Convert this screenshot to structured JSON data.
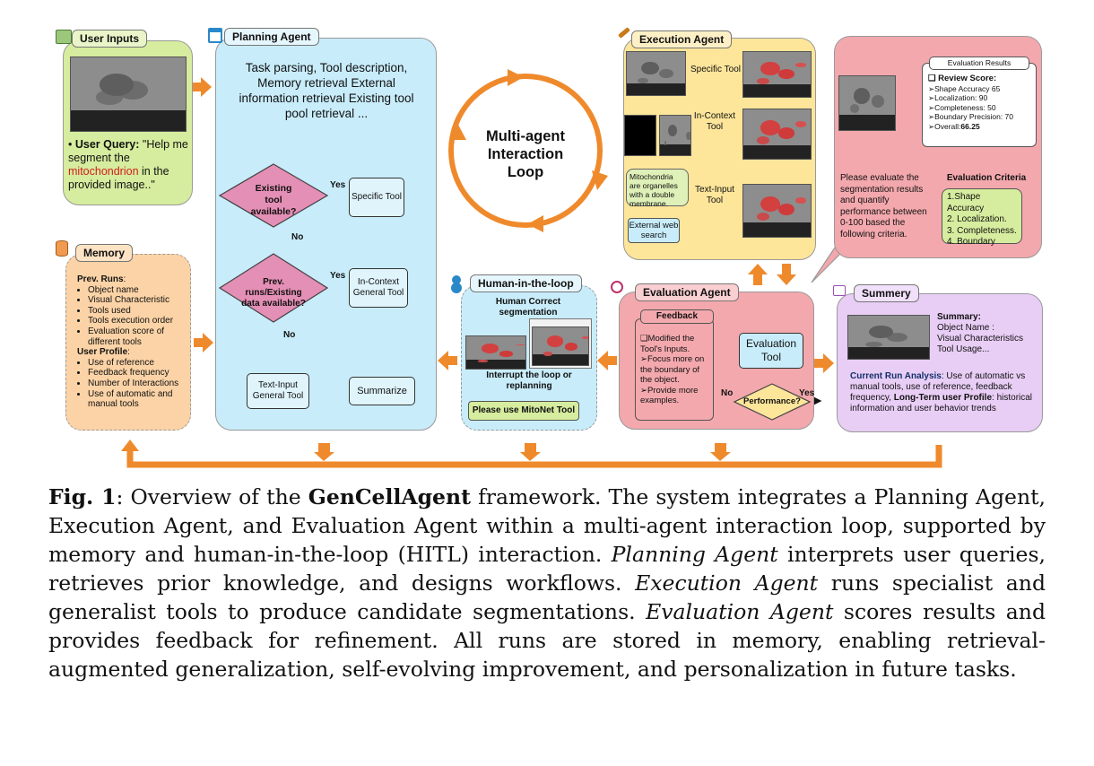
{
  "user_inputs": {
    "title": "User Inputs",
    "query_label": "User Query:",
    "query_pre": "\"Help me segment the ",
    "query_highlight": "mitochondrion",
    "query_post": " in the provided image..\""
  },
  "planning": {
    "title": "Planning Agent",
    "steps_text": "Task parsing, Tool description, Memory retrieval External information retrieval Existing tool pool retrieval ...",
    "diamond1": "Existing tool available?",
    "diamond2": "Prev. runs/Existing data available?",
    "yes1": "Yes",
    "yes2": "Yes",
    "no1": "No",
    "no2": "No",
    "specific_tool": "Specific Tool",
    "incontext_tool": "In-Context General Tool",
    "textinput_tool": "Text-Input General Tool",
    "summarize": "Summarize"
  },
  "memory": {
    "title": "Memory",
    "prev_runs_label": "Prev. Runs",
    "prev_runs_items": [
      "Object name",
      "Visual Characteristic",
      "Tools used",
      "Tools execution order",
      "Evaluation score of different tools"
    ],
    "profile_label": "User Profile",
    "profile_items": [
      "Use of reference",
      "Feedback frequency",
      "Number of Interactions",
      "Use of automatic and manual tools"
    ]
  },
  "loop": {
    "label": "Multi-agent Interaction Loop"
  },
  "execution": {
    "title": "Execution Agent",
    "tool1": "Specific Tool",
    "tool2": "In-Context Tool",
    "tool3": "Text-Input Tool",
    "bubble": "Mitochondria are organelles with a double membrane.",
    "web": "External web search"
  },
  "evaluation_results": {
    "title": "Evaluation Results",
    "review_label": "Review Score",
    "scores": [
      "Shape Accuracy 65",
      "Localization: 90",
      "Completeness: 50",
      "Boundary Precision: 70"
    ],
    "overall_label": "Overall:",
    "overall_value": "66.25",
    "prompt": "Please evaluate the segmentation results and quantify performance between 0-100 based the following criteria.",
    "criteria_title": "Evaluation Criteria",
    "criteria": [
      "1.Shape Accuracy",
      "2. Localization.",
      "3. Completeness.",
      "4. Boundary"
    ]
  },
  "hitl": {
    "title": "Human-in-the-loop",
    "subtitle": "Human Correct segmentation",
    "interrupt": "Interrupt the loop or replanning",
    "bubble": "Please use MitoNet Tool"
  },
  "evaluation_agent": {
    "title": "Evaluation Agent",
    "feedback_title": "Feedback",
    "feedback_main": "Modified the Tool's Inputs.",
    "feedback_items": [
      "Focus more on the boundary of the object.",
      "Provide more examples."
    ],
    "tool": "Evaluation Tool",
    "diamond": "Performance?",
    "no": "No",
    "yes": "Yes"
  },
  "summary": {
    "title": "Summery",
    "summary_label": "Summary:",
    "summary_lines": [
      "Object Name :",
      "Visual Characteristics",
      "Tool Usage..."
    ],
    "current_label": "Current Run Analysis",
    "current_text": ": Use of automatic vs manual tools, use of reference, feedback frequency, ",
    "longterm_label": "Long-Term user Profile",
    "longterm_text": ": historical information and user behavior trends"
  },
  "caption": {
    "fig": "Fig. 1",
    "p1": ": Overview of the ",
    "name": "GenCellAgent",
    "p2": " framework. The system integrates a Planning Agent, Execution Agent, and Evaluation Agent within a multi-agent interaction loop, supported by memory and human-in-the-loop (HITL) interaction. ",
    "i1": "Planning Agent",
    "p3": " interprets user queries, retrieves prior knowledge, and designs workflows. ",
    "i2": "Execution Agent",
    "p4": " runs specialist and generalist tools to produce candidate segmentations. ",
    "i3": "Evaluation Agent",
    "p5": " scores results and provides feedback for refinement. All runs are stored in memory, enabling retrieval-augmented generalization, self-evolving improvement, and personalization in future tasks."
  },
  "colors": {
    "green": "#d6ec9e",
    "blue": "#c8ecfa",
    "orange_panel": "#fbd3a6",
    "yellow": "#fde59a",
    "red": "#f3a8ad",
    "purple": "#e8cdf5",
    "pink": "#e48fb5",
    "arrow": "#ef8a2c"
  }
}
